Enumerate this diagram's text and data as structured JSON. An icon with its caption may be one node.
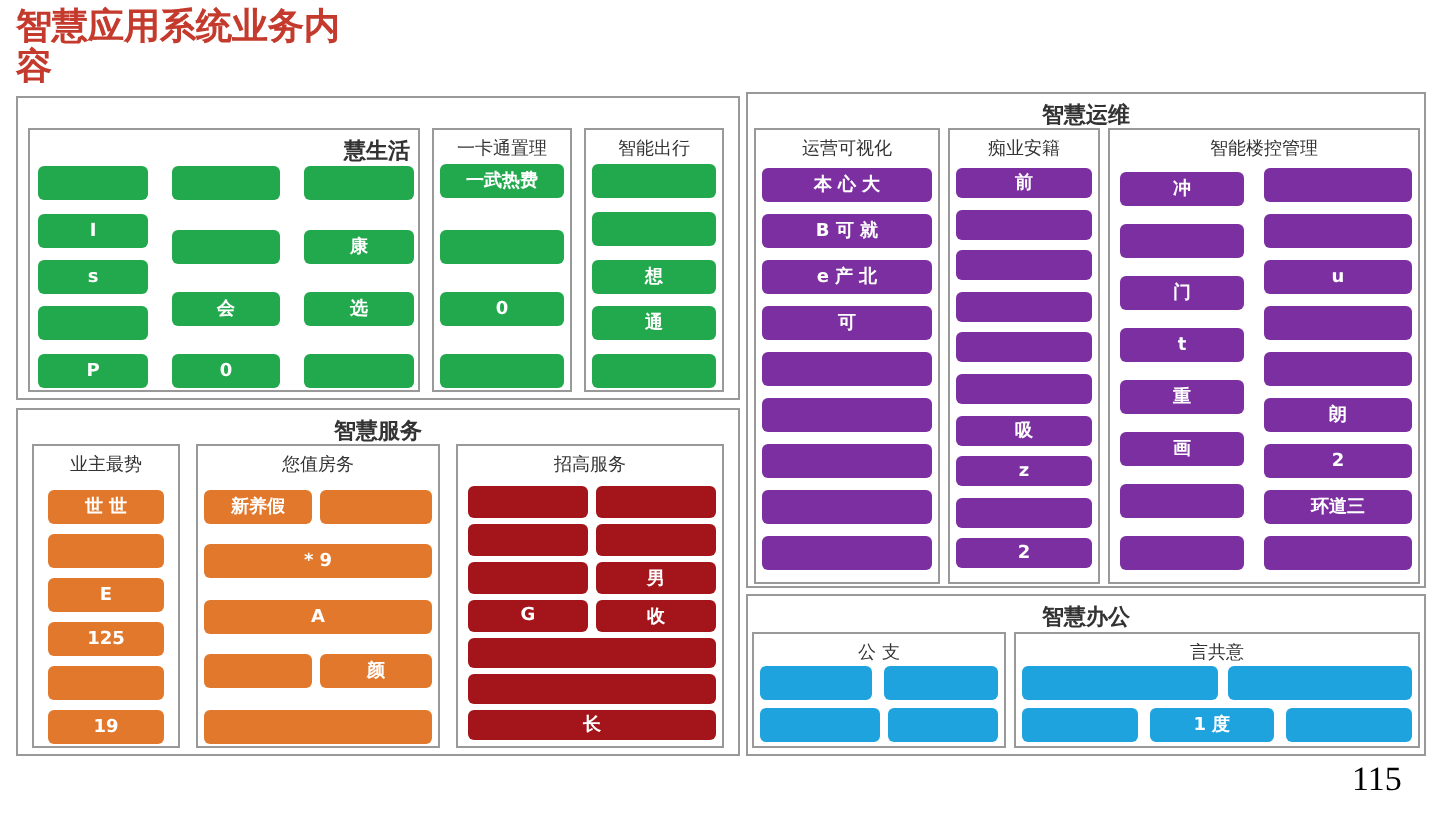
{
  "diagram": {
    "title": "智慧应用系统业务内容",
    "nodes": [
      {
        "text": [],
        "shape": "box"
      },
      {
        "text": [
          "慧生活"
        ],
        "in": 0
      },
      {
        "text": [],
        "shape": "box",
        "in": 1
      },
      {
        "text": [
          "I"
        ],
        "in": 1
      },
      {
        "text": [
          "s"
        ],
        "in": 1
      },
      {
        "text": [],
        "shape": "box",
        "in": 1
      },
      {
        "text": [
          "P"
        ],
        "in": 1
      },
      {
        "text": [],
        "shape": "box",
        "in": 1
      },
      {
        "text": [],
        "shape": "box",
        "in": 1
      },
      {
        "text": [
          "会"
        ],
        "in": 1
      },
      {
        "text": [
          "0"
        ],
        "in": 1
      },
      {
        "text": [],
        "shape": "box",
        "in": 1
      },
      {
        "text": [
          "康"
        ],
        "in": 1
      },
      {
        "text": [
          "选"
        ],
        "in": 1
      },
      {
        "text": [],
        "shape": "box",
        "in": 1
      },
      {
        "text": [
          "一卡通置理"
        ],
        "in": 0
      },
      {
        "text": [
          "一武热费"
        ],
        "in": 15
      },
      {
        "text": [],
        "shape": "box",
        "in": 15
      },
      {
        "text": [
          "0"
        ],
        "in": 15
      },
      {
        "text": [],
        "shape": "box",
        "in": 15
      },
      {
        "text": [
          "智能出行"
        ],
        "in": 0
      },
      {
        "text": [],
        "shape": "box",
        "in": 20
      },
      {
        "text": [],
        "shape": "box",
        "in": 20
      },
      {
        "text": [
          "想"
        ],
        "in": 20
      },
      {
        "text": [
          "通"
        ],
        "in": 20
      },
      {
        "text": [],
        "shape": "box",
        "in": 20
      },
      {
        "text": [
          "智慧服务"
        ]
      },
      {
        "text": [
          "业主最势"
        ],
        "in": 26
      },
      {
        "text": [
          "世 世"
        ],
        "in": 27
      },
      {
        "text": [],
        "shape": "box",
        "in": 27
      },
      {
        "text": [
          "E"
        ],
        "in": 27
      },
      {
        "text": [
          "125"
        ],
        "in": 27
      },
      {
        "text": [],
        "shape": "box",
        "in": 27
      },
      {
        "text": [
          "19"
        ],
        "in": 27
      },
      {
        "text": [
          "您值房务"
        ],
        "in": 26
      },
      {
        "text": [
          "新养假"
        ],
        "in": 34
      },
      {
        "text": [],
        "shape": "box",
        "in": 34
      },
      {
        "text": [
          "* 9"
        ],
        "in": 34
      },
      {
        "text": [
          "A"
        ],
        "in": 34
      },
      {
        "text": [],
        "shape": "box",
        "in": 34
      },
      {
        "text": [
          "颜"
        ],
        "in": 34
      },
      {
        "text": [],
        "shape": "box",
        "in": 34
      },
      {
        "text": [
          "招高服务"
        ],
        "in": 26
      },
      {
        "text": [],
        "shape": "box",
        "in": 42
      },
      {
        "text": [],
        "shape": "box",
        "in": 42
      },
      {
        "text": [],
        "shape": "box",
        "in": 42
      },
      {
        "text": [],
        "shape": "box",
        "in": 42
      },
      {
        "text": [],
        "shape": "box",
        "in": 42
      },
      {
        "text": [
          "男"
        ],
        "in": 42
      },
      {
        "text": [
          "G"
        ],
        "in": 42
      },
      {
        "text": [
          "收"
        ],
        "in": 42
      },
      {
        "text": [],
        "shape": "box",
        "in": 42
      },
      {
        "text": [],
        "shape": "box",
        "in": 42
      },
      {
        "text": [
          "长"
        ],
        "in": 42
      },
      {
        "text": [
          "智慧运维"
        ]
      },
      {
        "text": [
          "运营可视化"
        ],
        "in": 54
      },
      {
        "text": [
          "本 心 大"
        ],
        "in": 55
      },
      {
        "text": [
          "B 可 就"
        ],
        "in": 55
      },
      {
        "text": [
          "e 产 北"
        ],
        "in": 55
      },
      {
        "text": [
          "可"
        ],
        "in": 55
      },
      {
        "text": [],
        "shape": "box",
        "in": 55
      },
      {
        "text": [],
        "shape": "box",
        "in": 55
      },
      {
        "text": [],
        "shape": "box",
        "in": 55
      },
      {
        "text": [],
        "shape": "box",
        "in": 55
      },
      {
        "text": [],
        "shape": "box",
        "in": 55
      },
      {
        "text": [
          "痴业安籍"
        ],
        "in": 54
      },
      {
        "text": [
          "前"
        ],
        "in": 65
      },
      {
        "text": [],
        "shape": "box",
        "in": 65
      },
      {
        "text": [],
        "shape": "box",
        "in": 65
      },
      {
        "text": [],
        "shape": "box",
        "in": 65
      },
      {
        "text": [],
        "shape": "box",
        "in": 65
      },
      {
        "text": [],
        "shape": "box",
        "in": 65
      },
      {
        "text": [
          "吸"
        ],
        "in": 65
      },
      {
        "text": [
          "z"
        ],
        "in": 65
      },
      {
        "text": [],
        "shape": "box",
        "in": 65
      },
      {
        "text": [
          "2"
        ],
        "in": 65
      },
      {
        "text": [
          "智能楼控管理"
        ],
        "in": 54
      },
      {
        "text": [
          "冲"
        ],
        "in": 76
      },
      {
        "text": [],
        "shape": "box",
        "in": 76
      },
      {
        "text": [
          "门"
        ],
        "in": 76
      },
      {
        "text": [
          "t"
        ],
        "in": 76
      },
      {
        "text": [
          "重"
        ],
        "in": 76
      },
      {
        "text": [
          "画"
        ],
        "in": 76
      },
      {
        "text": [],
        "shape": "box",
        "in": 76
      },
      {
        "text": [],
        "shape": "box",
        "in": 76
      },
      {
        "text": [],
        "shape": "box",
        "in": 76
      },
      {
        "text": [],
        "shape": "box",
        "in": 76
      },
      {
        "text": [
          "u"
        ],
        "in": 76
      },
      {
        "text": [],
        "shape": "box",
        "in": 76
      },
      {
        "text": [],
        "shape": "box",
        "in": 76
      },
      {
        "text": [
          "朗"
        ],
        "in": 76
      },
      {
        "text": [
          "2"
        ],
        "in": 76
      },
      {
        "text": [
          "环道三"
        ],
        "in": 76
      },
      {
        "text": [],
        "shape": "box",
        "in": 76
      },
      {
        "text": [
          "智慧办公"
        ]
      },
      {
        "text": [
          "公 支"
        ],
        "in": 94
      },
      {
        "text": [],
        "shape": "box",
        "in": 95
      },
      {
        "text": [],
        "shape": "box",
        "in": 95
      },
      {
        "text": [],
        "shape": "box",
        "in": 95
      },
      {
        "text": [],
        "shape": "box",
        "in": 95
      },
      {
        "text": [
          "言共意"
        ],
        "in": 94
      },
      {
        "text": [],
        "shape": "box",
        "in": 100
      },
      {
        "text": [],
        "shape": "box",
        "in": 100
      },
      {
        "text": [],
        "shape": "box",
        "in": 100
      },
      {
        "text": [
          "1 度"
        ],
        "in": 100
      },
      {
        "text": [],
        "shape": "box",
        "in": 100
      }
    ],
    "labels": [
      "115"
    ]
  }
}
